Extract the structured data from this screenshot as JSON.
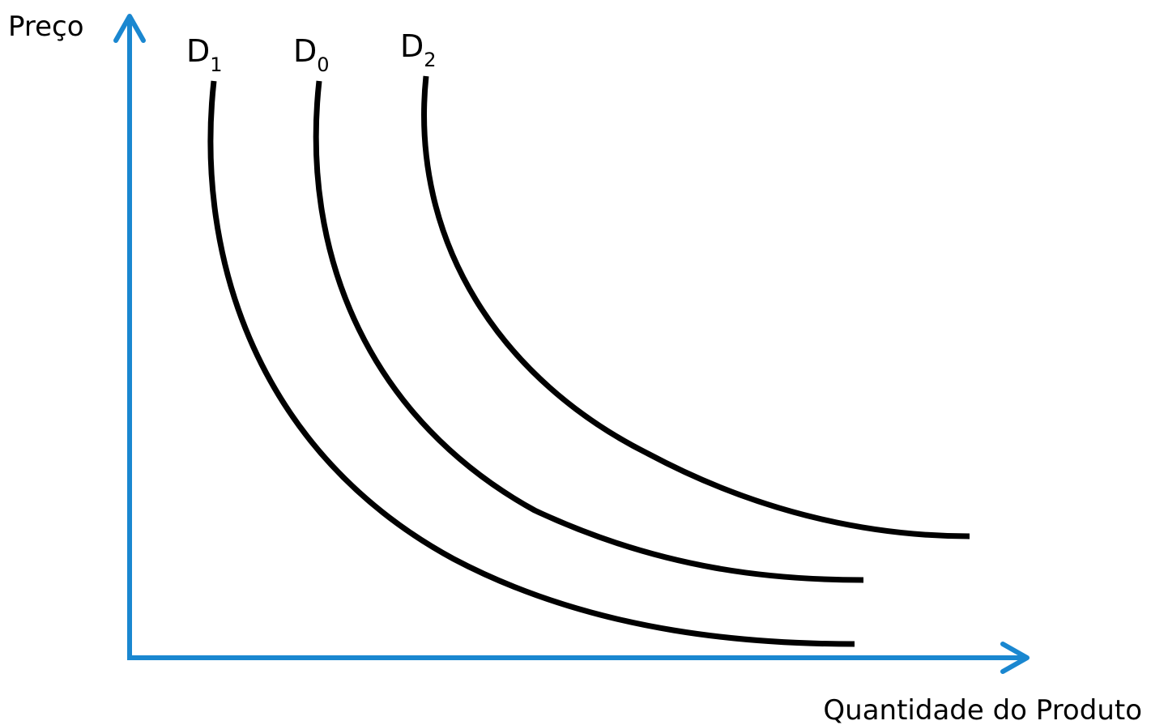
{
  "axes": {
    "y_label": "Preço",
    "x_label": "Quantidade do Produto",
    "color": "#1a87d0"
  },
  "curve_color": "#000000",
  "curves": [
    {
      "id": "d1",
      "letter": "D",
      "subscript": "1"
    },
    {
      "id": "d0",
      "letter": "D",
      "subscript": "0"
    },
    {
      "id": "d2",
      "letter": "D",
      "subscript": "2"
    }
  ]
}
